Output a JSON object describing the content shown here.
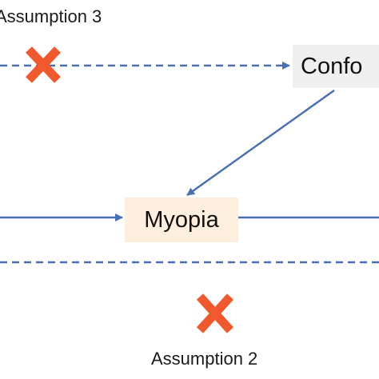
{
  "colors": {
    "arrow": "#4a6fb5",
    "cross": "#f0582e",
    "text": "#1a1a1a",
    "confounder_fill": "#efefef",
    "myopia_fill": "#fdeedd",
    "background": "#ffffff"
  },
  "labels": {
    "assumption_3": "Assumption 3",
    "assumption_2": "Assumption 2"
  },
  "nodes": {
    "confounder": "Confo",
    "myopia": "Myopia"
  },
  "icons": {
    "cross_top": "x-cross-icon",
    "cross_bottom": "x-cross-icon"
  }
}
